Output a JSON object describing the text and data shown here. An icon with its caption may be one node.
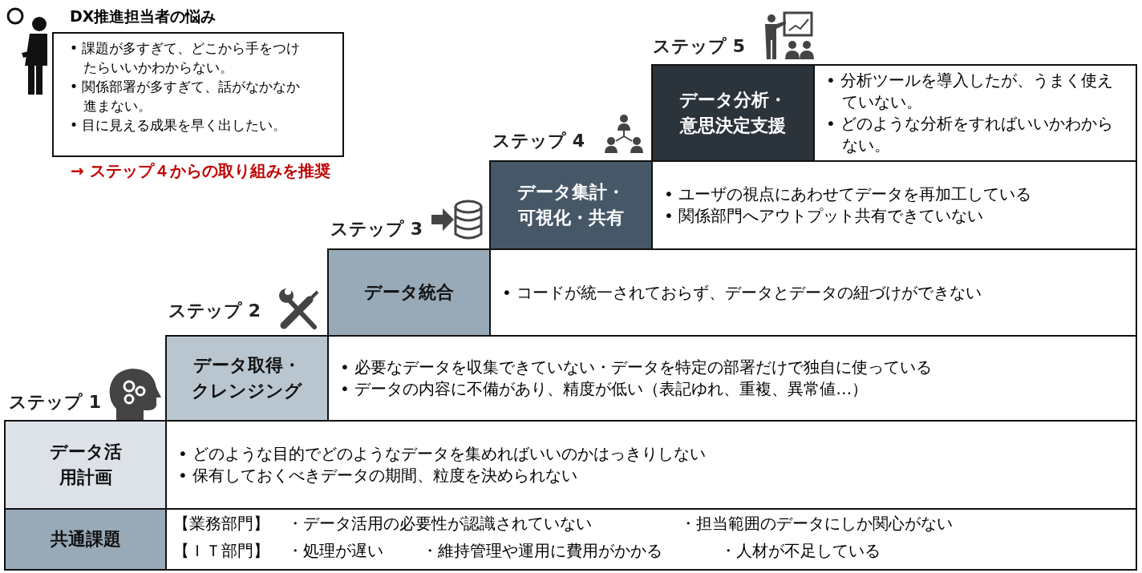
{
  "diagram": {
    "nodes": [
      {
        "text": [
          "DX推進担当者の悩み",
          "• 課題が多すぎて、どこから手をつけたらいいかわからない。",
          "• 関係部署が多すぎて、話がなかなか進まない。",
          "• 目に見える成果を早く出したい。"
        ]
      },
      {
        "text": [
          "データ分析・意思決定支援"
        ],
        "beside": [
          "ステップ 5"
        ]
      },
      {
        "text": [
          "• 分析ツールを導入したが、うまく使えていない。",
          "• どのような分析をすればいいかわからない。"
        ]
      },
      {
        "text": [
          "データ集計・可視化・共有"
        ],
        "beside": [
          "ステップ 4"
        ]
      },
      {
        "text": [
          "• ユーザの視点にあわせてデータを再加工している",
          "• 関係部門へアウトプット共有できていない"
        ]
      },
      {
        "text": [
          "データ統合"
        ],
        "beside": [
          "ステップ 3"
        ]
      },
      {
        "text": [
          "• コードが統一されておらず、データとデータの紐づけができない"
        ]
      },
      {
        "text": [
          "データ取得・クレンジング"
        ],
        "beside": [
          "ステップ 2"
        ]
      },
      {
        "text": [
          "• 必要なデータを収集できていない・データを特定の部署だけで独自に使っている",
          "• データの内容に不備があり、精度が低い（表記ゆれ、重複、異常値…）"
        ]
      },
      {
        "text": [
          "データ活用計画"
        ],
        "beside": [
          "ステップ 1"
        ]
      },
      {
        "text": [
          "• どのような目的でどのようなデータを集めればいいのかはっきりしない",
          "• 保有しておくべきデータの期間、粒度を決められない"
        ]
      },
      {
        "text": [
          "共通課題"
        ]
      },
      {
        "text": [
          "【業務部門】",
          "・データ活用の必要性が認識されていない",
          "・担当範囲のデータにしか関心がない",
          "【ＩＴ部門】",
          "・処理が遅い",
          "・維持管理や運用に費用がかかる",
          "・人材が不足している"
        ]
      }
    ],
    "labels": [
      "→ ステップ４からの取り組みを推奨"
    ]
  }
}
